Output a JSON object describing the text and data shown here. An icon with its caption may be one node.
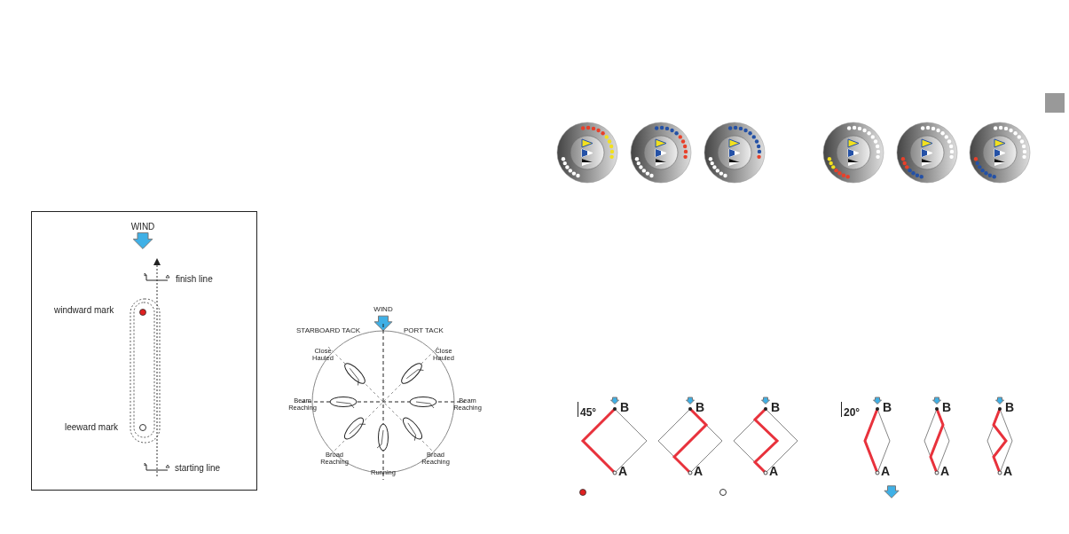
{
  "diagram": {
    "labels": [
      "WIND",
      "finish line",
      "windward mark",
      "leeward mark",
      "starting line",
      "WIND",
      "STARBOARD TACK",
      "PORT TACK",
      "Close Hauled",
      "Close Hauled",
      "Beam Reaching",
      "Beam Reaching",
      "Broad Reaching",
      "Broad Reaching",
      "Running",
      "45°",
      "B",
      "A",
      "B",
      "A",
      "B",
      "A",
      "20°",
      "B",
      "A",
      "B",
      "A",
      "B",
      "A"
    ]
  }
}
